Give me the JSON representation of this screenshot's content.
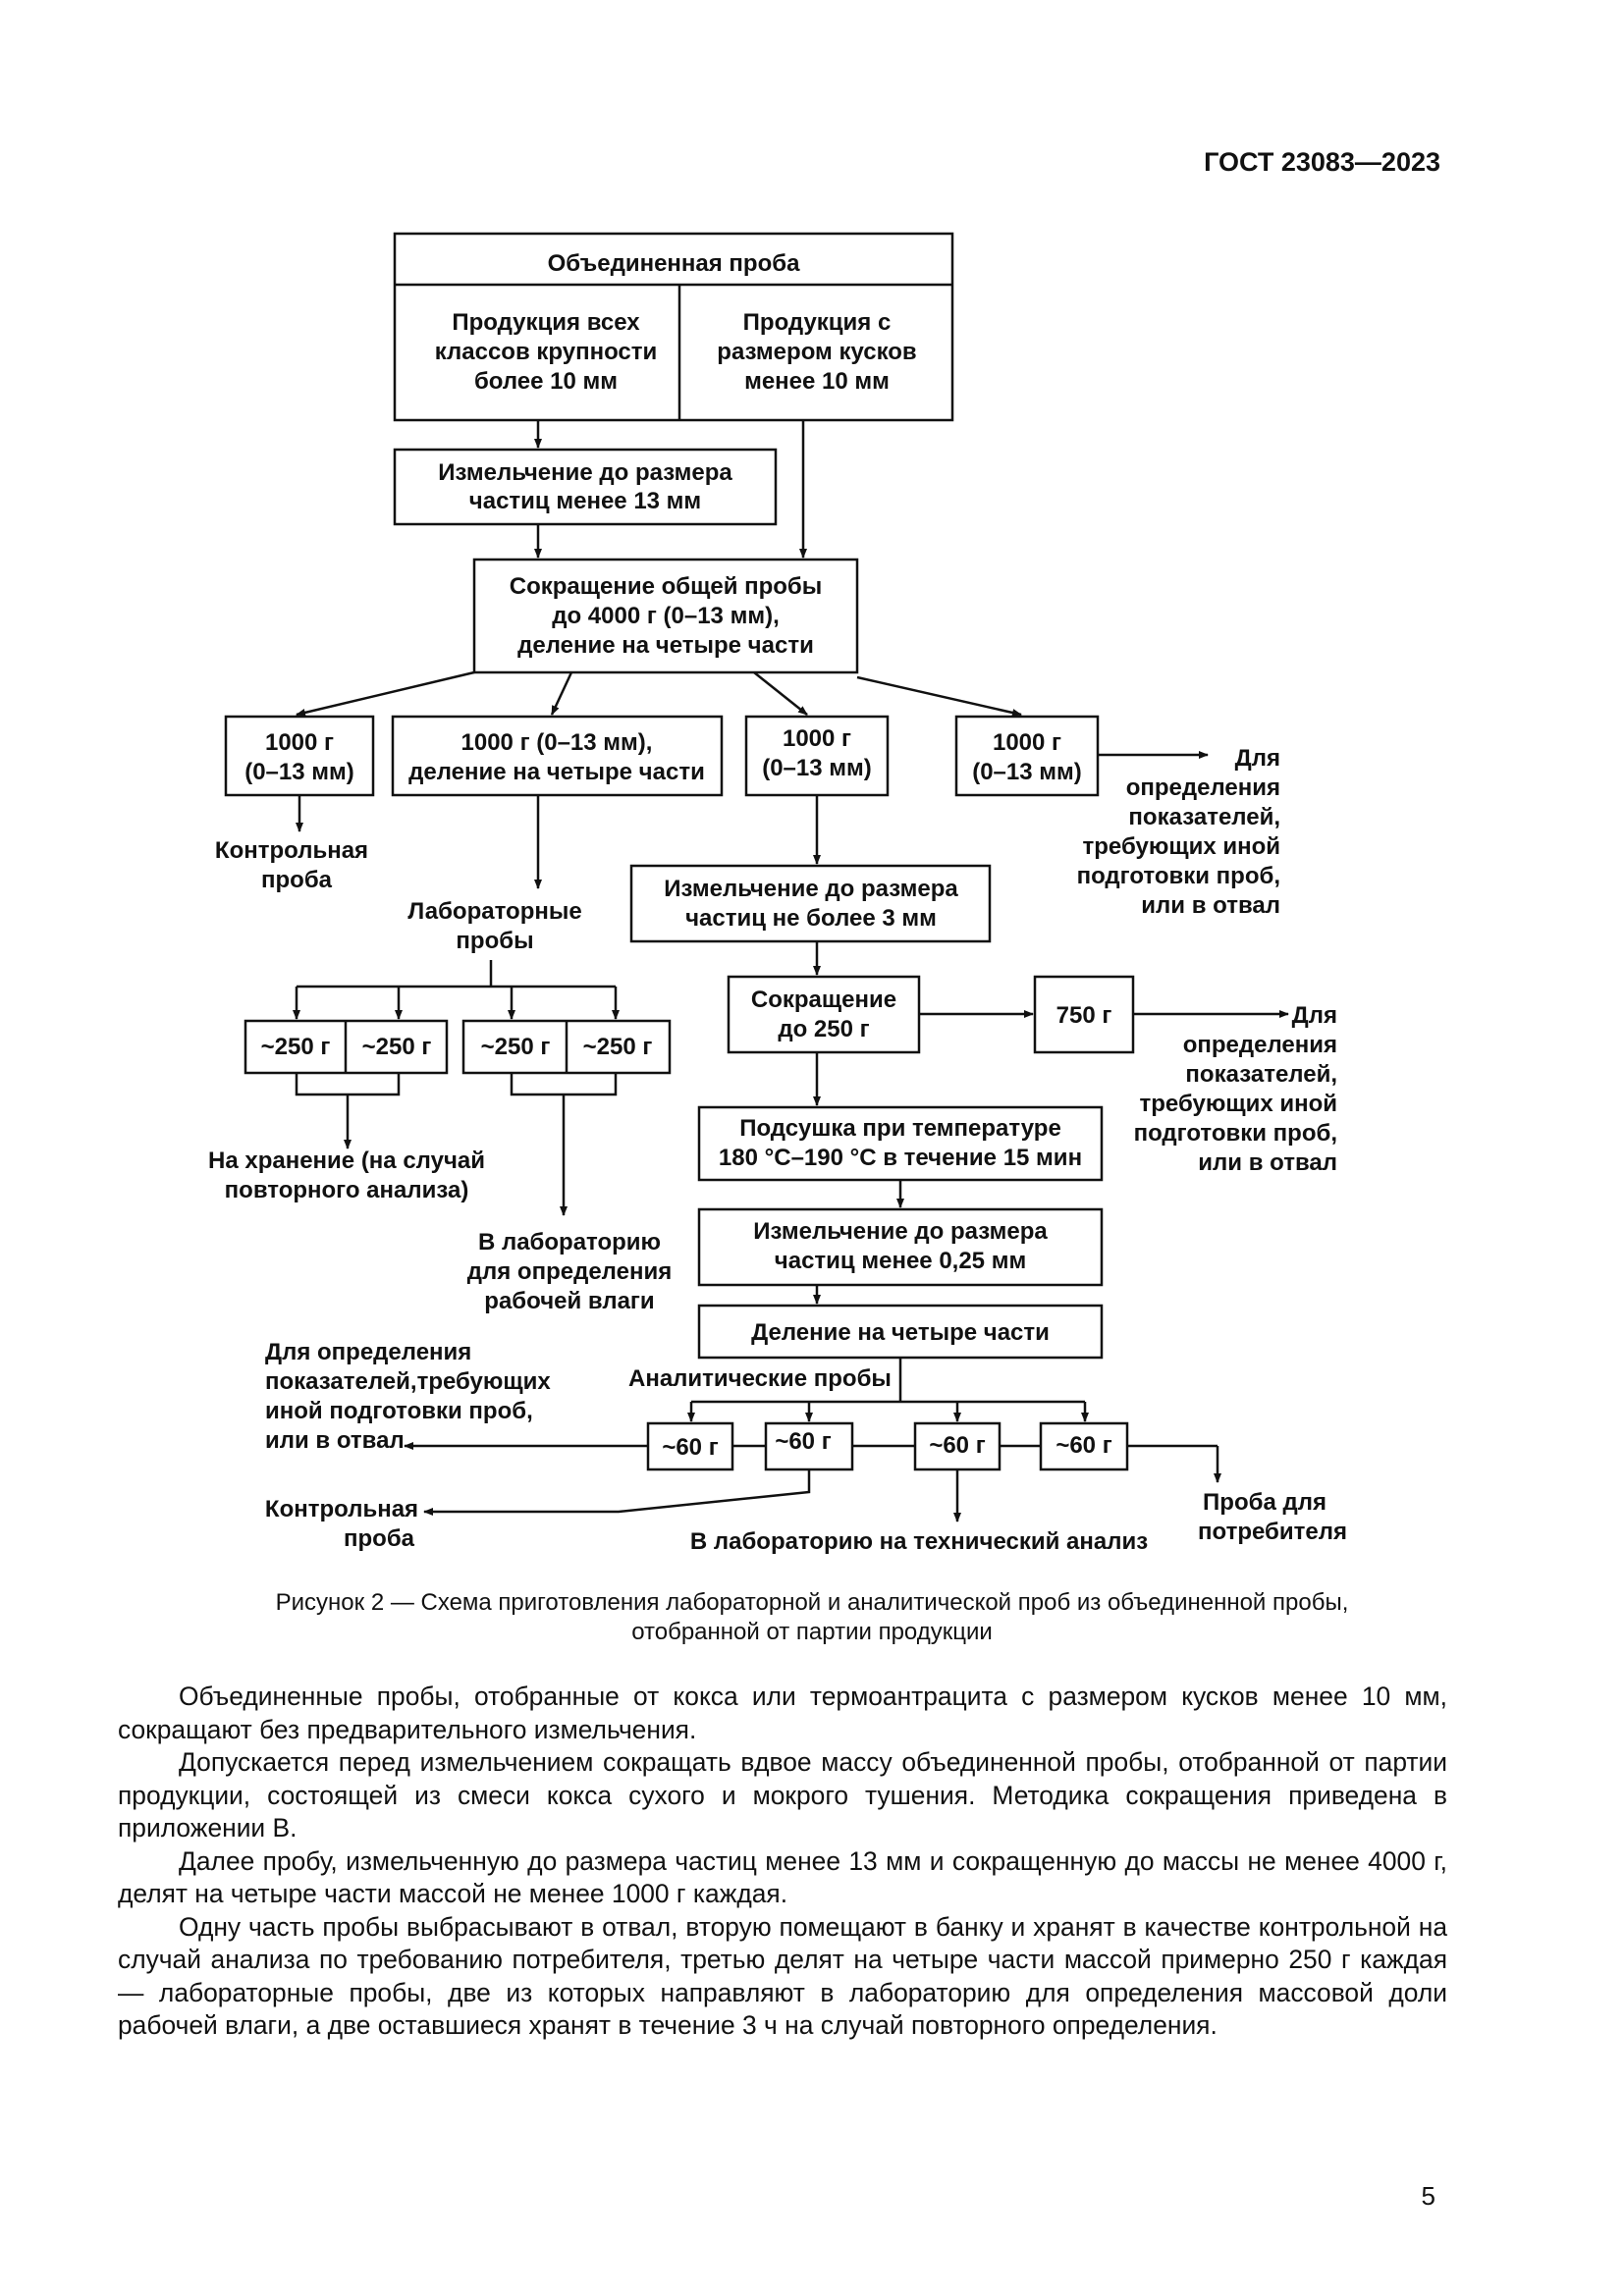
{
  "header": {
    "doc_id": "ГОСТ 23083—2023"
  },
  "diagram": {
    "combined_title": "Объединенная проба",
    "prod_all": [
      "Продукция всех",
      "классов крупности",
      "более 10  мм"
    ],
    "prod_small": [
      "Продукция с",
      "размером кусков",
      "менее 10 мм"
    ],
    "crush13": [
      "Измельчение до размера",
      "частиц менее 13 мм"
    ],
    "reduce4000": [
      "Сокращение общей пробы",
      "до 4000 г (0–13 мм),",
      "деление на четыре части"
    ],
    "part1": [
      "1000 г",
      "(0–13 мм)"
    ],
    "part2": [
      "1000 г (0–13 мм),",
      "деление на четыре части"
    ],
    "part3": [
      "1000 г",
      "(0–13 мм)"
    ],
    "part4": [
      "1000 г",
      "(0–13 мм)"
    ],
    "other_prep_right": [
      "Для",
      "определения",
      "показателей,",
      "требующих иной",
      "подготовки проб,",
      "или в отвал"
    ],
    "control_sample_top": [
      "Контрольная",
      "проба"
    ],
    "lab_samples": [
      "Лабораторные",
      "пробы"
    ],
    "lab_250": [
      "~250 г",
      "~250 г",
      "~250 г",
      "~250 г"
    ],
    "storage": [
      "На хранение (на случай",
      "повторного анализа)"
    ],
    "to_lab_moisture": [
      "В лабораторию",
      "для определения",
      "рабочей влаги"
    ],
    "crush3": [
      "Измельчение до размера",
      "частиц не более 3 мм"
    ],
    "reduce250": [
      "Сокращение",
      "до 250 г"
    ],
    "box750": "750 г",
    "other_prep_right2": [
      "Для",
      "определения",
      "показателей,",
      "требующих иной",
      "подготовки проб,",
      "или в отвал"
    ],
    "drying": [
      "Подсушка при температуре",
      "180 °С–190 °С в течение 15 мин"
    ],
    "crush025": [
      "Измельчение до размера",
      "частиц менее 0,25 мм"
    ],
    "divide4": "Деление на четыре части",
    "analytical": "Аналитические пробы",
    "analytical_60": [
      "~60 г",
      "~60 г",
      "~60 г",
      "~60 г"
    ],
    "other_prep_left": [
      "Для определения",
      "показателей,требующих",
      "иной подготовки проб,",
      "или в отвал"
    ],
    "control_sample_bottom": [
      "Контрольная",
      "проба"
    ],
    "to_lab_tech": "В лабораторию на технический анализ",
    "for_consumer": [
      "Проба для",
      "потребителя"
    ]
  },
  "caption": {
    "line1": "Рисунок 2 — Схема приготовления лабораторной и аналитической проб из объединенной пробы,",
    "line2": "отобранной от партии продукции"
  },
  "paragraphs": [
    "Объединенные пробы, отобранные от кокса или термоантрацита с размером кусков менее 10 мм, сокращают без предварительного измельчения.",
    "Допускается перед измельчением сокращать вдвое массу объединенной пробы, отобранной от партии продукции, состоящей из смеси кокса сухого и мокрого тушения. Методика сокращения приведена в приложении В.",
    "Далее пробу, измельченную до размера частиц менее 13 мм и сокращенную до массы не менее 4000 г, делят на четыре части массой не менее 1000 г каждая.",
    "Одну часть пробы выбрасывают в отвал, вторую помещают в банку и хранят в качестве контрольной на случай анализа по требованию потребителя, третью делят на четыре части массой примерно 250 г каждая — лабораторные пробы, две из которых направляют в лабораторию для определения массовой доли рабочей влаги, а две оставшиеся хранят в течение 3 ч на случай повторного определения."
  ],
  "page_number": "5"
}
